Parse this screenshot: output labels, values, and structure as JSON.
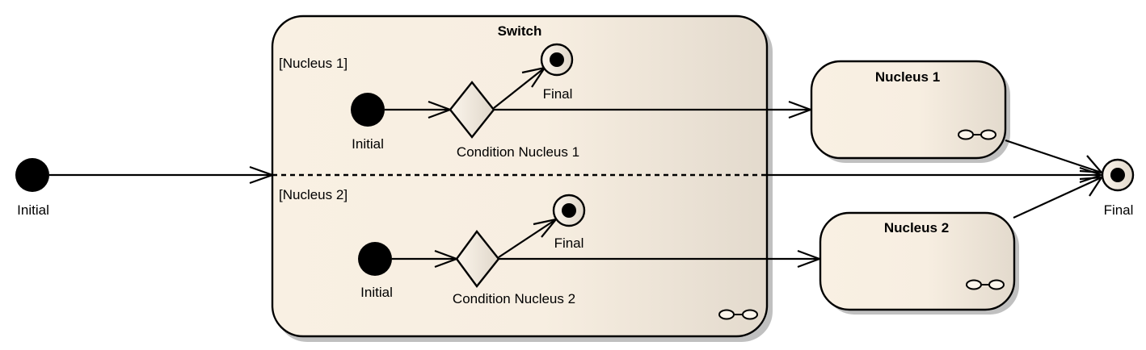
{
  "diagram": {
    "type": "UML state machine",
    "colors": {
      "state_fill_light": "#f9f0e3",
      "state_fill_dark": "#e3dacd",
      "stroke": "#000000",
      "shadow": "#c0c0c0",
      "background": "#ffffff"
    },
    "outer_initial": {
      "label": "Initial"
    },
    "outer_final": {
      "label": "Final"
    },
    "switch_state": {
      "title": "Switch",
      "regions": [
        {
          "guard": "[Nucleus 1]",
          "initial_label": "Initial",
          "choice_label": "Condition Nucleus 1",
          "final_label": "Final"
        },
        {
          "guard": "[Nucleus 2]",
          "initial_label": "Initial",
          "choice_label": "Condition Nucleus 2",
          "final_label": "Final"
        }
      ],
      "icon": "composite-state-icon"
    },
    "nucleus_states": [
      {
        "title": "Nucleus 1",
        "icon": "composite-state-icon"
      },
      {
        "title": "Nucleus 2",
        "icon": "composite-state-icon"
      }
    ],
    "transitions": [
      {
        "from": "Initial",
        "to": "Switch"
      },
      {
        "from": "Initial (region 1)",
        "to": "Condition Nucleus 1"
      },
      {
        "from": "Condition Nucleus 1",
        "to": "Final (region 1)"
      },
      {
        "from": "Condition Nucleus 1",
        "to": "Nucleus 1"
      },
      {
        "from": "Initial (region 2)",
        "to": "Condition Nucleus 2"
      },
      {
        "from": "Condition Nucleus 2",
        "to": "Final (region 2)"
      },
      {
        "from": "Condition Nucleus 2",
        "to": "Nucleus 2"
      },
      {
        "from": "Nucleus 1",
        "to": "Final"
      },
      {
        "from": "Switch",
        "to": "Final"
      },
      {
        "from": "Nucleus 2",
        "to": "Final"
      }
    ]
  }
}
